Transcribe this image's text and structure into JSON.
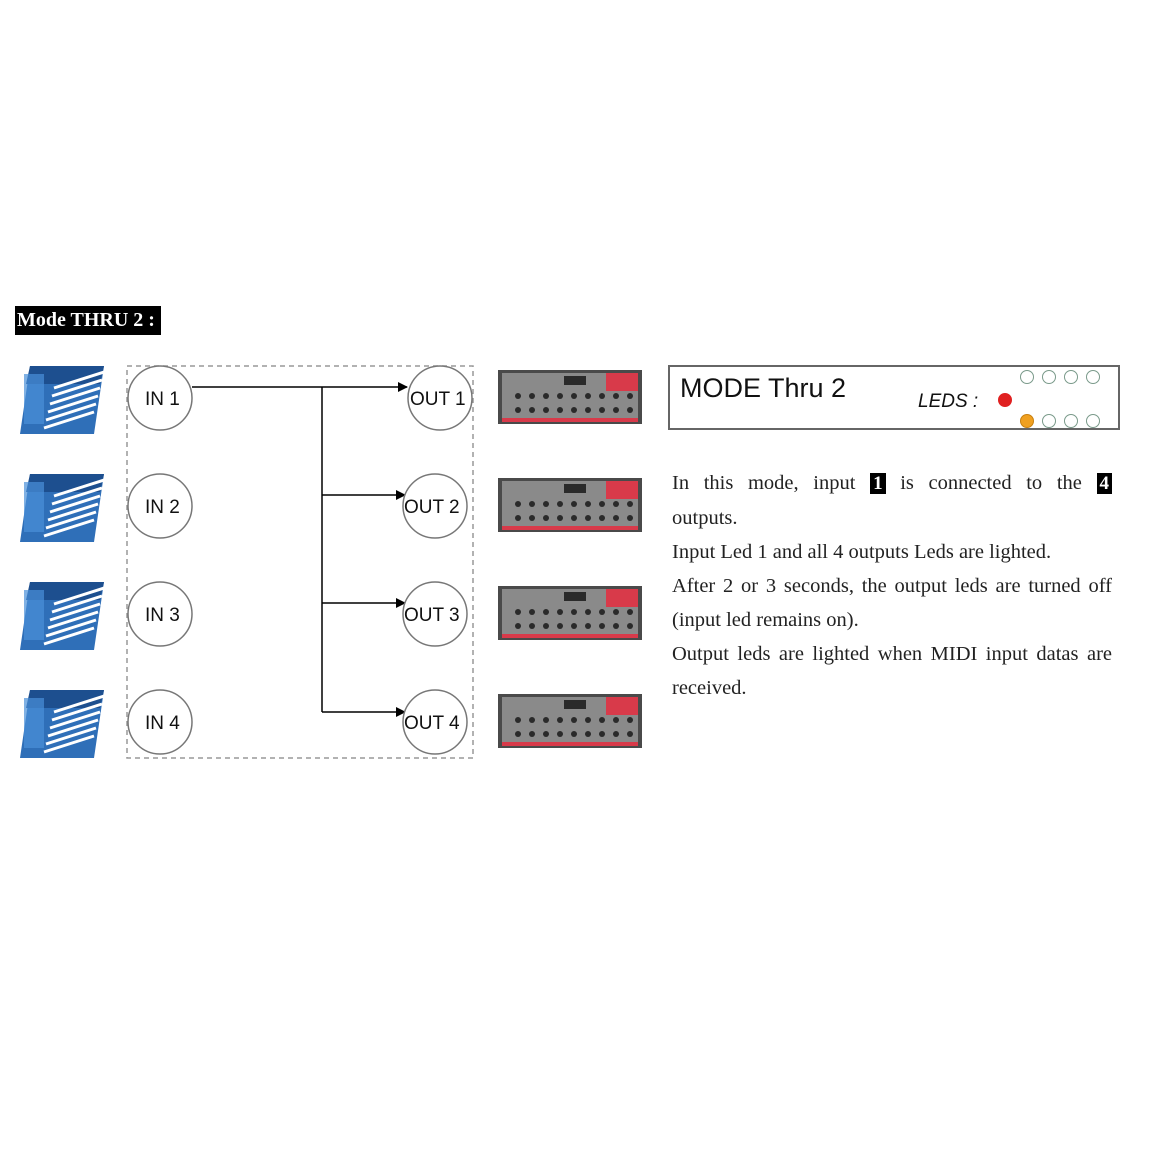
{
  "section_title": "Mode THRU 2 :",
  "inputs": [
    "IN 1",
    "IN 2",
    "IN 3",
    "IN 4"
  ],
  "outputs": [
    "OUT 1",
    "OUT 2",
    "OUT 3",
    "OUT 4"
  ],
  "connections": [
    {
      "from": "IN 1",
      "to": "OUT 1"
    },
    {
      "from": "IN 1",
      "to": "OUT 2"
    },
    {
      "from": "IN 1",
      "to": "OUT 3"
    },
    {
      "from": "IN 1",
      "to": "OUT 4"
    }
  ],
  "mode_box": {
    "title": "MODE Thru 2",
    "leds_label": "LEDS :",
    "input_leds": {
      "lit_color": "#e02020",
      "lit": [
        1
      ],
      "count": 1
    },
    "output_top_leds": {
      "count": 4,
      "lit": []
    },
    "output_bottom_leds": {
      "count": 4,
      "lit": [
        1
      ],
      "lit_color": "#f0a020"
    }
  },
  "description": {
    "p1_a": "In this mode, input",
    "p1_badge1": "1",
    "p1_b": "is connected to the",
    "p1_badge2": "4",
    "p1_c": "outputs.",
    "p2": "Input Led 1 and all 4 outputs Leds are lighted.",
    "p3": "After 2 or 3 seconds, the output leds are turned off (input led remains on).",
    "p4": "Output leds are lighted when MIDI input datas are received."
  },
  "icons": {
    "input_device": "keyboard-synth-icon",
    "output_device": "rack-synth-module-icon"
  },
  "colors": {
    "keyboard_blue": "#2f6fb8",
    "rack_red": "#d83a4a",
    "led_red": "#e02020",
    "led_orange": "#f0a020"
  }
}
